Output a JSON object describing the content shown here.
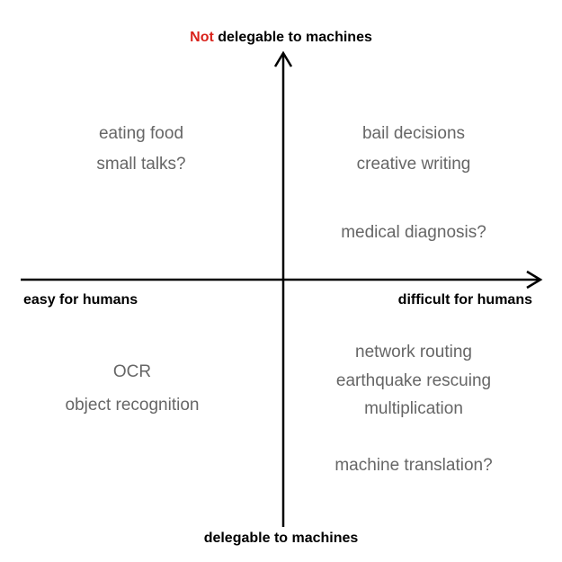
{
  "axes": {
    "top": {
      "highlight": "Not",
      "rest": "delegable to machines"
    },
    "bottom": "delegable to machines",
    "left": "easy for humans",
    "right": "difficult for humans",
    "highlight_color": "#d9231c"
  },
  "quadrants": {
    "top_left": [
      "eating food",
      "small talks?"
    ],
    "top_right": [
      "bail decisions",
      "creative writing",
      "medical diagnosis?"
    ],
    "bottom_left": [
      "OCR",
      "object recognition"
    ],
    "bottom_right": [
      "network routing",
      "earthquake rescuing",
      "multiplication",
      "machine translation?"
    ]
  },
  "colors": {
    "axis": "#000000",
    "item_text": "#666666"
  }
}
